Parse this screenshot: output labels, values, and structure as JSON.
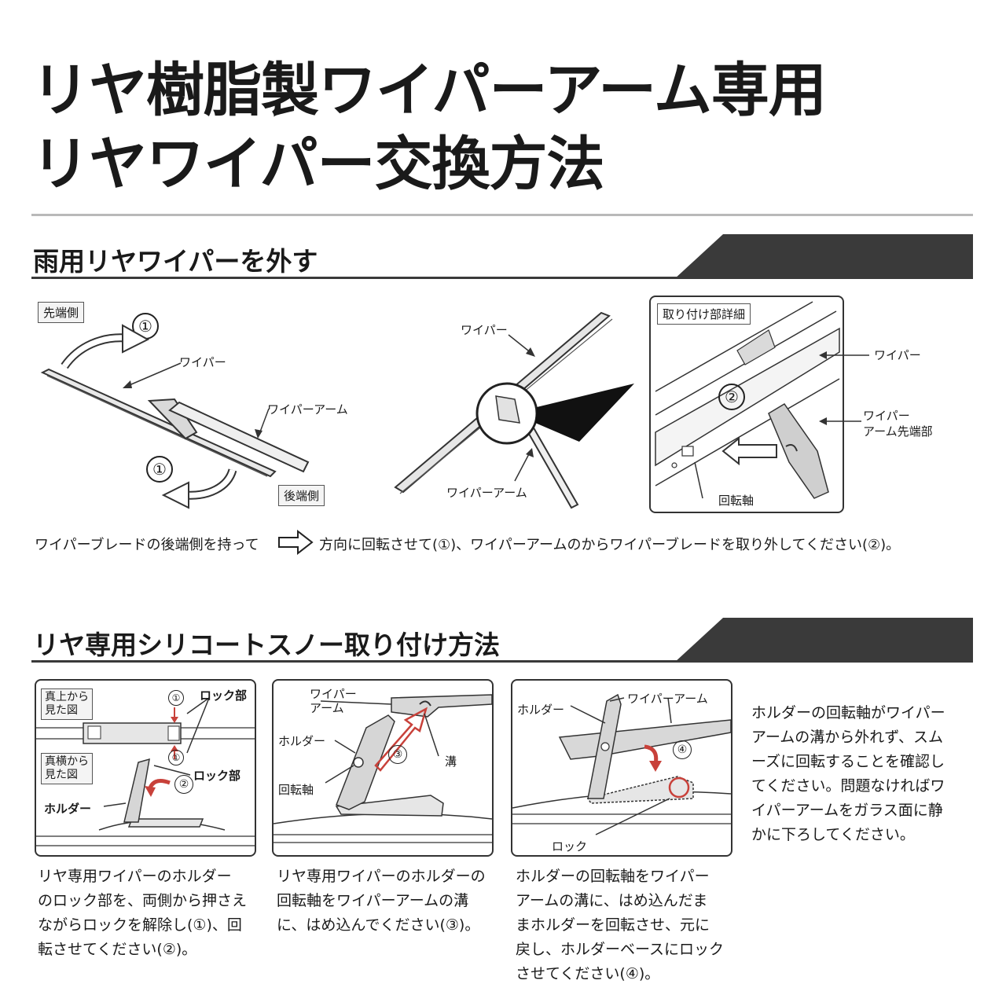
{
  "title": {
    "line1": "リヤ樹脂製ワイパーアーム専用",
    "line2": "リヤワイパー交換方法"
  },
  "section1": {
    "heading": "雨用リヤワイパーを外す",
    "fig1": {
      "tip_side": "先端側",
      "rear_side": "後端側",
      "wiper": "ワイパー",
      "wiper_arm": "ワイパーアーム",
      "step": "①"
    },
    "fig2": {
      "wiper": "ワイパー",
      "wiper_arm": "ワイパーアーム"
    },
    "detail": {
      "heading": "取り付け部詳細",
      "wiper": "ワイパー",
      "arm_tip": "ワイパー\nアーム先端部",
      "pivot": "回転軸",
      "step": "②"
    },
    "instruction_before": "ワイパーブレードの後端側を持って",
    "instruction_after": "方向に回転させて(①)、ワイパーアームのからワイパーブレードを取り外してください(②)。"
  },
  "section2": {
    "heading": "リヤ専用シリコートスノー取り付け方法",
    "panel1": {
      "top_view": "真上から\n見た図",
      "side_view": "真横から\n見た図",
      "lock": "ロック部",
      "lock2": "ロック部",
      "holder": "ホルダー",
      "step1": "①",
      "step2": "②",
      "caption": "リヤ専用ワイパーのホルダー\nのロック部を、両側から押さえ\nながらロックを解除し(①)、回\n転させてください(②)。"
    },
    "panel2": {
      "wiper_arm": "ワイパー\nアーム",
      "holder": "ホルダー",
      "pivot": "回転軸",
      "groove": "溝",
      "step": "③",
      "caption": "リヤ専用ワイパーのホルダーの\n回転軸をワイパーアームの溝\nに、はめ込んでください(③)。"
    },
    "panel3": {
      "holder": "ホルダー",
      "wiper_arm": "ワイパーアーム",
      "lock": "ロック",
      "step": "④",
      "caption": "ホルダーの回転軸をワイパー\nアームの溝に、はめ込んだま\nまホルダーを回転させ、元に\n戻し、ホルダーベースにロック\nさせてください(④)。"
    },
    "note": "ホルダーの回転軸がワイパー\nアームの溝から外れず、スム\nーズに回転することを確認し\nてください。問題なければワ\nイパーアームをガラス面に静\nかに下ろしてください。"
  },
  "colors": {
    "accent_dark": "#3a3a3a",
    "accent_red": "#c8413a",
    "rule": "#b9b9b9"
  }
}
